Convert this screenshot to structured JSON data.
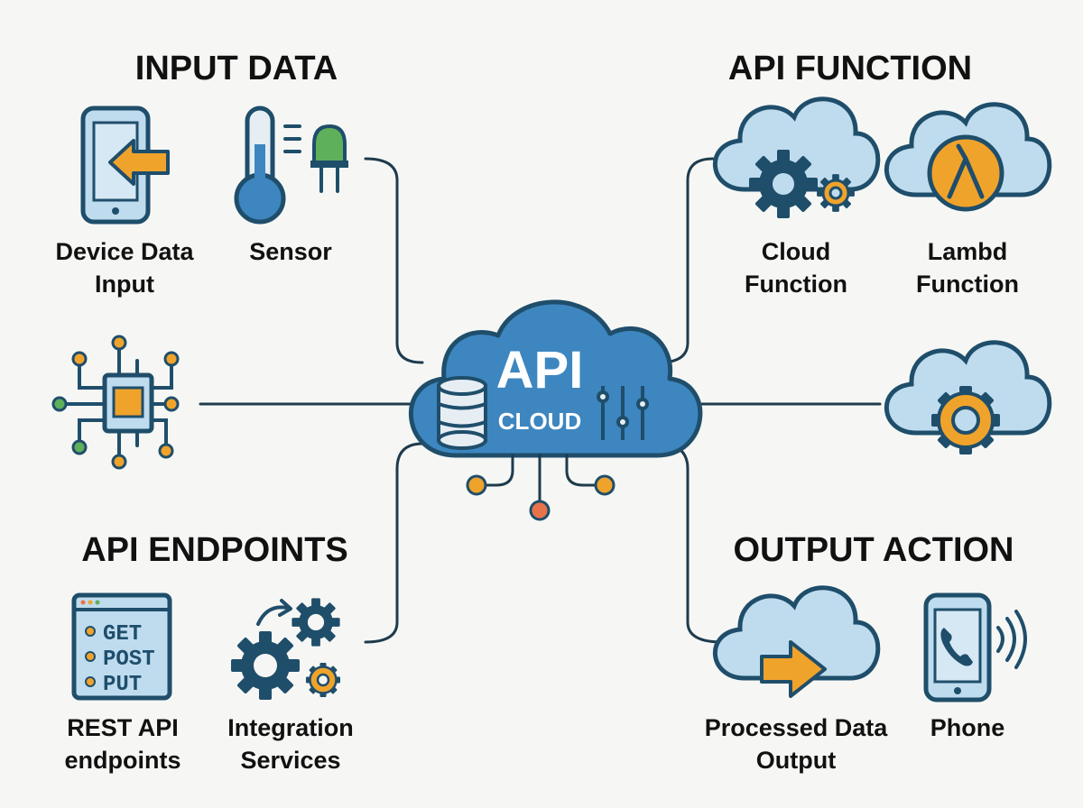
{
  "sections": {
    "input_data": "INPUT DATA",
    "api_function": "API FUNCTION",
    "api_endpoints": "API ENDPOINTS",
    "output_action": "OUTPUT ACTION"
  },
  "center": {
    "title": "API",
    "subtitle": "CLOUD"
  },
  "nodes": {
    "device_data_input": {
      "line1": "Device Data",
      "line2": "Input"
    },
    "sensor": {
      "line1": "Sensor"
    },
    "cloud_function": {
      "line1": "Cloud",
      "line2": "Function"
    },
    "lambda_function": {
      "line1": "Lambd",
      "line2": "Function"
    },
    "rest_api": {
      "line1": "REST API",
      "line2": "endpoints"
    },
    "integration_services": {
      "line1": "Integration",
      "line2": "Services"
    },
    "processed_data_output": {
      "line1": "Processed Data",
      "line2": "Output"
    },
    "phone": {
      "line1": "Phone"
    }
  },
  "rest_methods": [
    "GET",
    "POST",
    "PUT"
  ],
  "colors": {
    "outline": "#1f4e6b",
    "cloud_center": "#3d86c0",
    "cloud_light": "#bfdcef",
    "accent_orange": "#f0a32b",
    "sensor_green": "#5fb05a",
    "background": "#f6f7f4"
  }
}
